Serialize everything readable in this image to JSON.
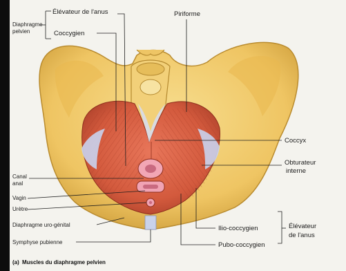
{
  "labels": {
    "diaphragme_pelvien": [
      "Diaphragme",
      "pelvien"
    ],
    "elevateur_top": "Élévateur de l'anus",
    "coccygien": "Coccygien",
    "piriforme": "Piriforme",
    "coccyx": "Coccyx",
    "obturateur": [
      "Obturateur",
      "interne"
    ],
    "canal_anal": [
      "Canal",
      "anal"
    ],
    "vagin": "Vagin",
    "uretre": "Urètre",
    "diaphragme_uro": "Diaphragme uro-génital",
    "symphyse": "Symphyse pubienne",
    "ilio": "Ilio-coccygien",
    "pubo": "Pubo-coccygien",
    "elevateur_right": [
      "Élévateur",
      "de l'anus"
    ]
  },
  "caption": {
    "letter": "(a)",
    "text": "Muscles du diaphragme pelvien"
  },
  "colors": {
    "bone": "#f0c868",
    "bone_shadow": "#c99a38",
    "muscle": "#d85a3e",
    "muscle_dark": "#b8412b",
    "tendon": "#c9d2ea",
    "background": "#f4f3ee"
  }
}
